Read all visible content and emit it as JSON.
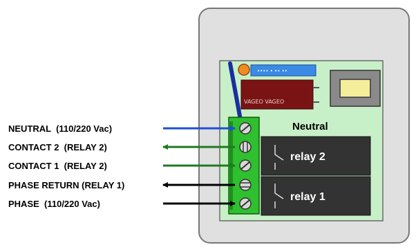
{
  "labels": {
    "neutral": "NEUTRAL  (110/220 Vac)",
    "contact2": "CONTACT 2  (RELAY 2)",
    "contact1": "CONTACT 1  (RELAY 2)",
    "phase_return": "PHASE RETURN (RELAY 1)",
    "phase": "PHASE  (110/220 Vac)"
  },
  "board": {
    "neutral_label": "Neutral",
    "relay2_label": "relay 2",
    "relay1_label": "relay 1",
    "capacitor_text": "VAGEO VAGEO",
    "blue_component_text": "•••• • •• ••"
  },
  "colors": {
    "neutral_wire": "#1e4fd6",
    "contact_wire": "#1f7a1f",
    "phase_wire": "#000000",
    "board": "#c8f0c8",
    "terminal_block": "#2fbf2f",
    "relay": "#333333",
    "enclosure": "#e0e0e0"
  }
}
